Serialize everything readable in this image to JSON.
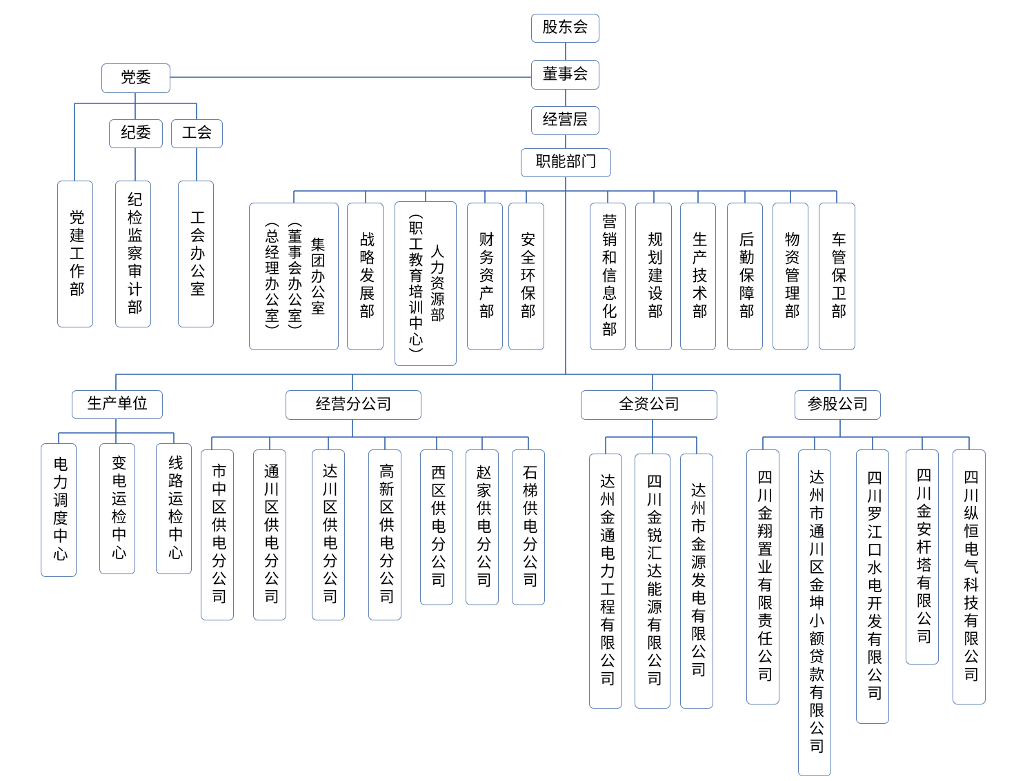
{
  "top": {
    "shareholders": "股东会",
    "board": "董事会",
    "management": "经营层",
    "functional_depts": "职能部门"
  },
  "party": {
    "committee": "党委",
    "discipline": "纪委",
    "union": "工会",
    "party_building": "党建工作部",
    "discipline_audit": "纪检监察审计部",
    "union_office": "工会办公室"
  },
  "departments": {
    "group_office_main": "集团办公室",
    "group_office_sub1": "（董事会办公室）",
    "group_office_sub2": "（总经理办公室）",
    "strategy": "战略发展部",
    "hr_main": "人力资源部",
    "hr_sub": "（职工教育培训中心）",
    "finance": "财务资产部",
    "safety": "安全环保部",
    "marketing": "营销和信息化部",
    "planning": "规划建设部",
    "production_tech": "生产技术部",
    "logistics": "后勤保障部",
    "materials": "物资管理部",
    "vehicle_security": "车管保卫部"
  },
  "groups": {
    "production": {
      "title": "生产单位",
      "units": [
        "电力调度中心",
        "变电运检中心",
        "线路运检中心"
      ]
    },
    "branches": {
      "title": "经营分公司",
      "units": [
        "市中区供电分公司",
        "通川区供电分公司",
        "达川区供电分公司",
        "高新区供电分公司",
        "西区供电分公司",
        "赵家供电分公司",
        "石梯供电分公司"
      ]
    },
    "wholly_owned": {
      "title": "全资公司",
      "units": [
        "达州金通电力工程有限公司",
        "四川金锐汇达能源有限公司",
        "达州市金源发电有限公司"
      ]
    },
    "participating": {
      "title": "参股公司",
      "units": [
        "四川金翔置业有限责任公司",
        "达州市通川区金坤小额贷款有限公司",
        "四川罗江口水电开发有限公司",
        "四川金安杆塔有限公司",
        "四川纵恒电气科技有限公司"
      ]
    }
  }
}
